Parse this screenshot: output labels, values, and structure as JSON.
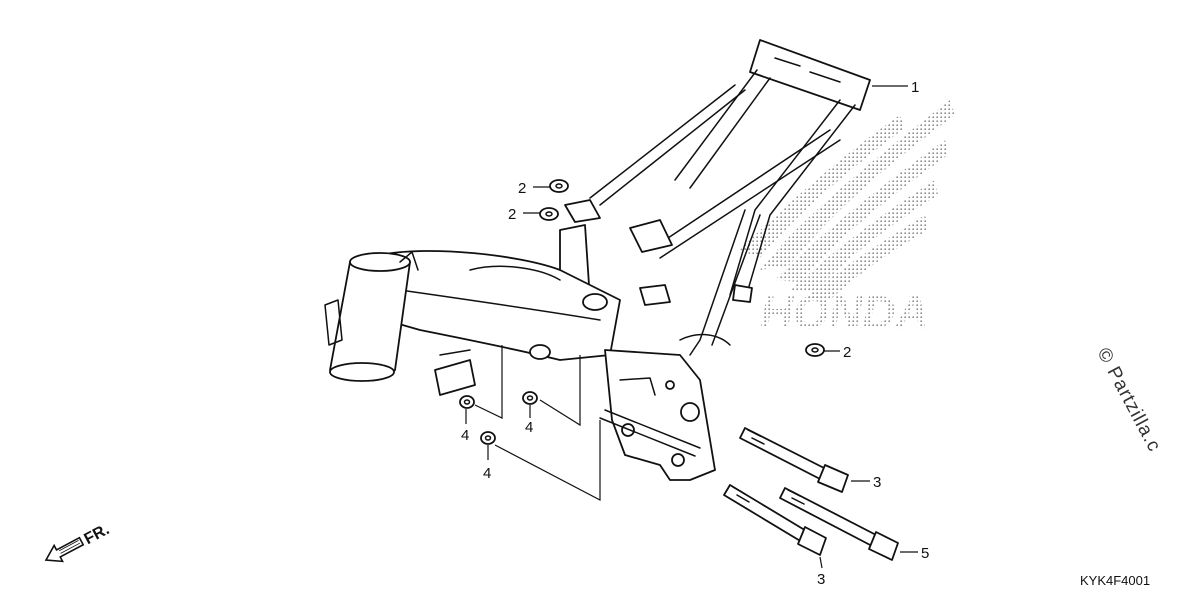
{
  "diagram": {
    "callouts": [
      {
        "id": "c1",
        "label": "1"
      },
      {
        "id": "c2a",
        "label": "2"
      },
      {
        "id": "c2b",
        "label": "2"
      },
      {
        "id": "c2c",
        "label": "2"
      },
      {
        "id": "c3a",
        "label": "3"
      },
      {
        "id": "c3b",
        "label": "3"
      },
      {
        "id": "c4a",
        "label": "4"
      },
      {
        "id": "c4b",
        "label": "4"
      },
      {
        "id": "c4c",
        "label": "4"
      },
      {
        "id": "c5",
        "label": "5"
      }
    ],
    "front_indicator": "FR.",
    "diagram_code": "KYK4F4001",
    "watermark": "© Partzilla.c"
  }
}
